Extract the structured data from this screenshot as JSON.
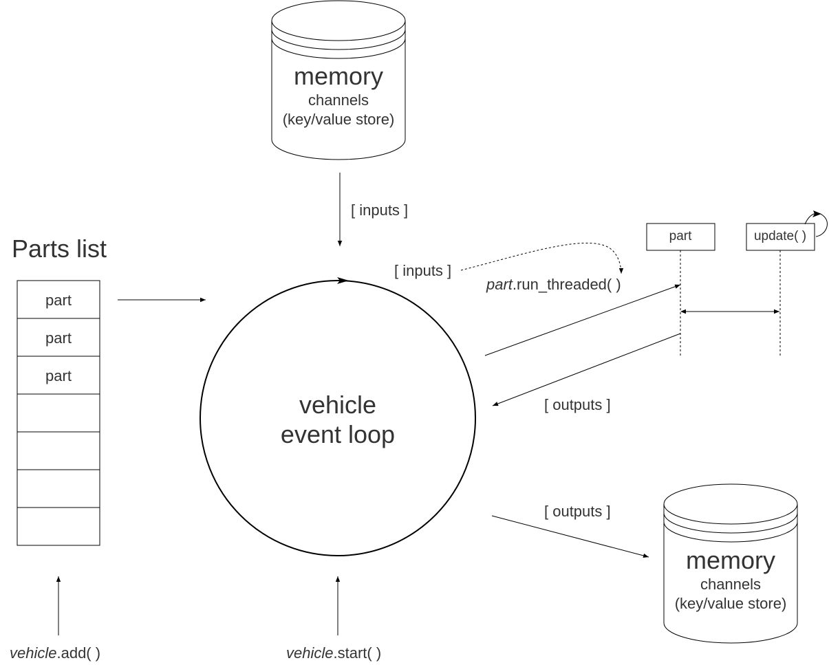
{
  "memory_top": {
    "title": "memory",
    "line1": "channels",
    "line2": "(key/value store)"
  },
  "memory_bottom": {
    "title": "memory",
    "line1": "channels",
    "line2": "(key/value store)"
  },
  "parts_list": {
    "title": "Parts list",
    "cells": [
      "part",
      "part",
      "part",
      "",
      "",
      "",
      ""
    ]
  },
  "event_loop": {
    "line1": "vehicle",
    "line2": "event loop"
  },
  "labels": {
    "inputs_top": "[ inputs ]",
    "inputs_threaded": "[ inputs ]",
    "run_threaded_object": "part",
    "run_threaded_method": ".run_threaded( )",
    "outputs_threaded": "[ outputs ]",
    "outputs_bottom": "[ outputs ]"
  },
  "lifelines": {
    "part": "part",
    "update": "update( )"
  },
  "calls": {
    "add_object": "vehicle",
    "add_method": ".add( )",
    "start_object": "vehicle",
    "start_method": ".start( )"
  }
}
